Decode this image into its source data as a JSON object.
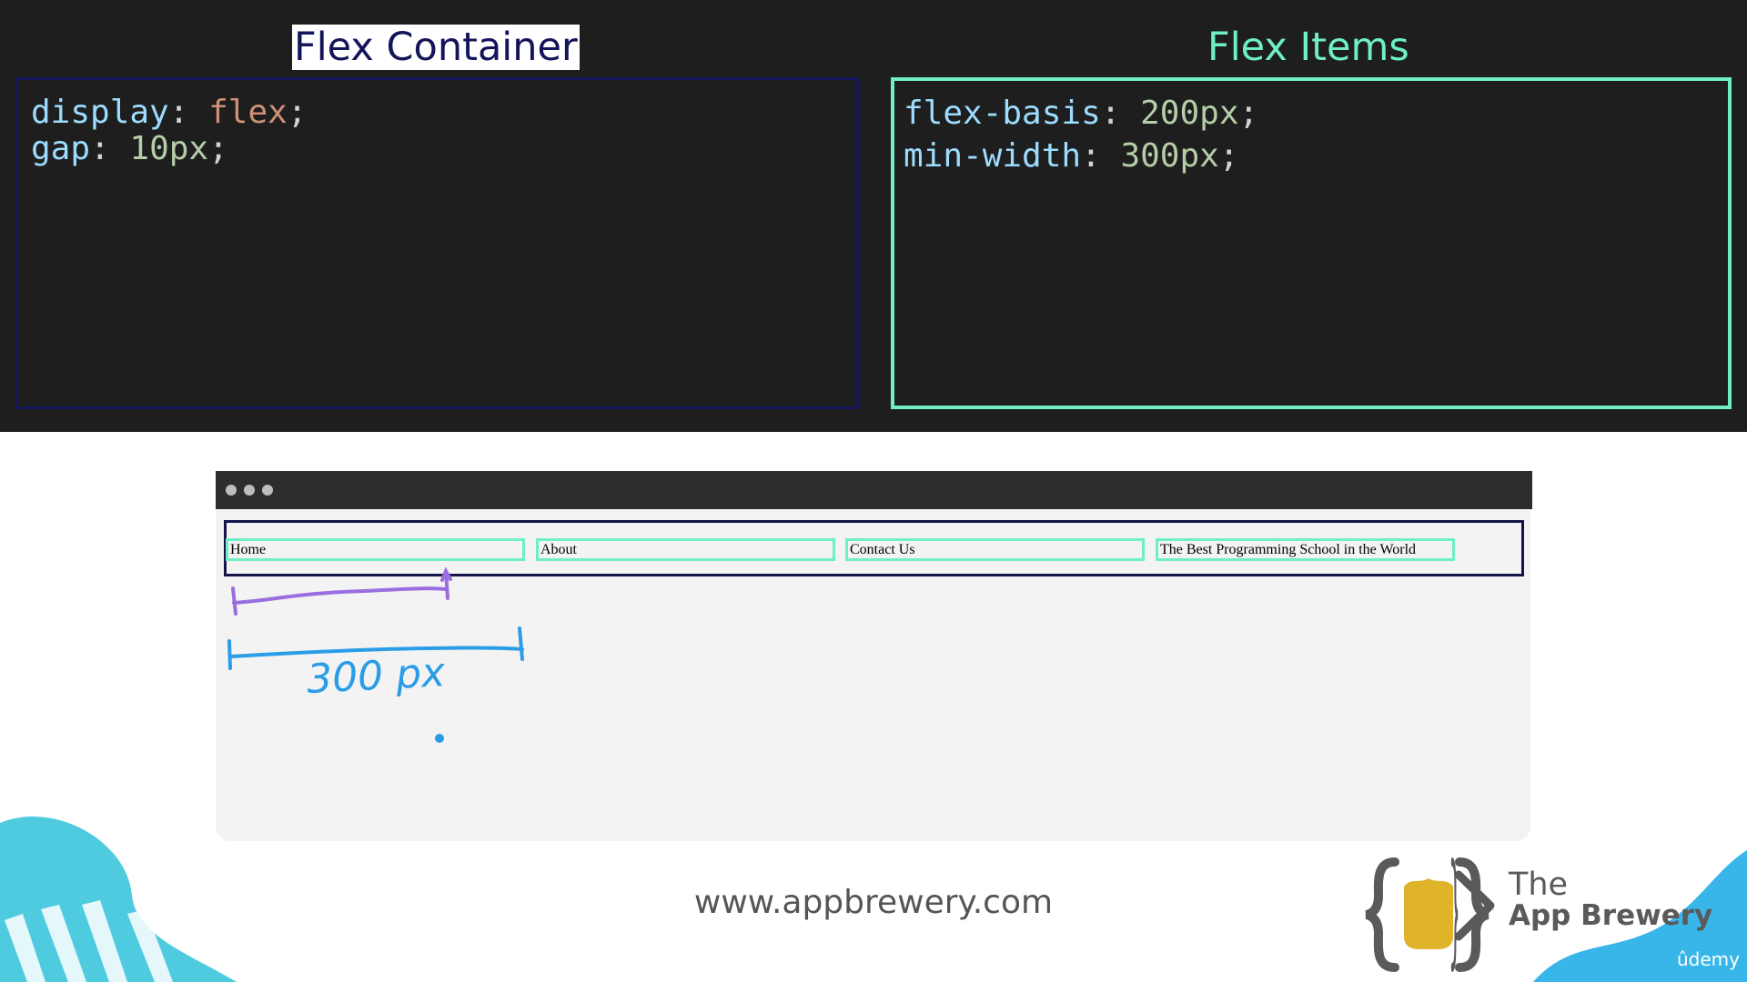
{
  "slide": {
    "flex_container_title": "Flex Container",
    "flex_items_title": "Flex Items",
    "container_code": {
      "line1": {
        "prop": "display",
        "value": "flex"
      },
      "line2": {
        "prop": "gap",
        "value": "10px"
      }
    },
    "items_code": {
      "line1": {
        "prop": "flex-basis",
        "value": "200px"
      },
      "line2": {
        "prop": "min-width",
        "value": "300px"
      }
    },
    "colon": ":",
    "semicolon": ";"
  },
  "browser": {
    "nav_items": [
      "Home",
      "About",
      "Contact Us",
      "The Best Programming School in the World"
    ]
  },
  "annotations": {
    "handwritten_label": "300 px"
  },
  "footer": {
    "url": "www.appbrewery.com",
    "brand_the": "The",
    "brand_name": "App Brewery",
    "platform": "ûdemy"
  },
  "colors": {
    "dark_bg": "#1e1e1e",
    "container_border": "#16165e",
    "item_border": "#6ef0c2",
    "purple_annotation": "#9a6ee0",
    "blue_annotation": "#2a9de6",
    "brand_yellow": "#e0b42a"
  },
  "icons": [
    "app-brewery-logo-icon",
    "browser-window-dots-icon"
  ]
}
